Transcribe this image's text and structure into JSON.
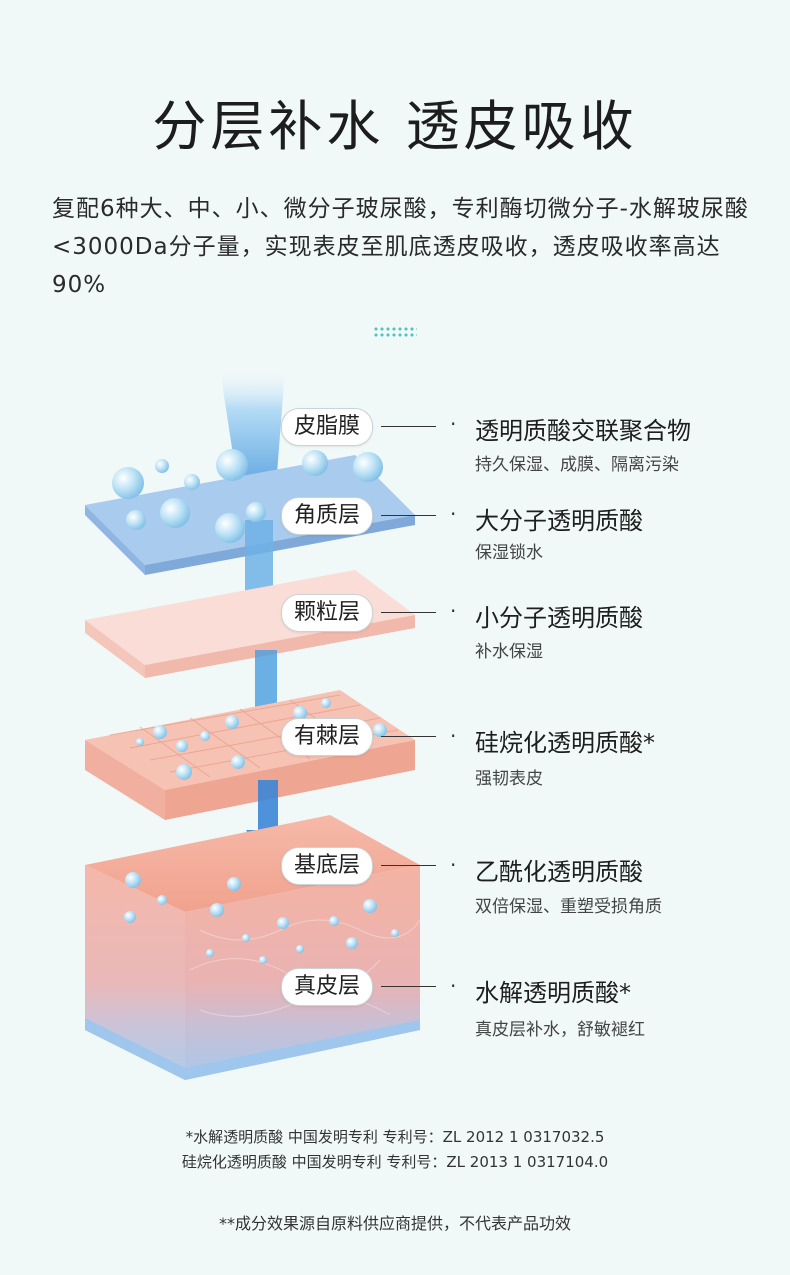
{
  "title": "分层补水 透皮吸收",
  "intro": "复配6种大、中、小、微分子玻尿酸，专利酶切微分子-水解玻尿酸<3000Da分子量，实现表皮至肌底透皮吸收，透皮吸收率高达90%",
  "layers": [
    {
      "label": "皮脂膜",
      "ingredient": "透明质酸交联聚合物",
      "benefit": "持久保湿、成膜、隔离污染"
    },
    {
      "label": "角质层",
      "ingredient": "大分子透明质酸",
      "benefit": "保湿锁水"
    },
    {
      "label": "颗粒层",
      "ingredient": "小分子透明质酸",
      "benefit": "补水保湿"
    },
    {
      "label": "有棘层",
      "ingredient": "硅烷化透明质酸*",
      "benefit": "强韧表皮"
    },
    {
      "label": "基底层",
      "ingredient": "乙酰化透明质酸",
      "benefit": "双倍保湿、重塑受损角质"
    },
    {
      "label": "真皮层",
      "ingredient": "水解透明质酸*",
      "benefit": "真皮层补水，舒敏褪红"
    }
  ],
  "footnotes": {
    "patent1": "*水解透明质酸  中国发明专利  专利号：ZL 2012 1 0317032.5",
    "patent2": "硅烷化透明质酸  中国发明专利  专利号：ZL 2013 1 0317104.0",
    "disclaimer": "**成分效果源自原料供应商提供，不代表产品功效"
  },
  "colors": {
    "accent": "#4aa3e0",
    "background": "#f1f8f8",
    "skin": "#f3b4a2"
  }
}
